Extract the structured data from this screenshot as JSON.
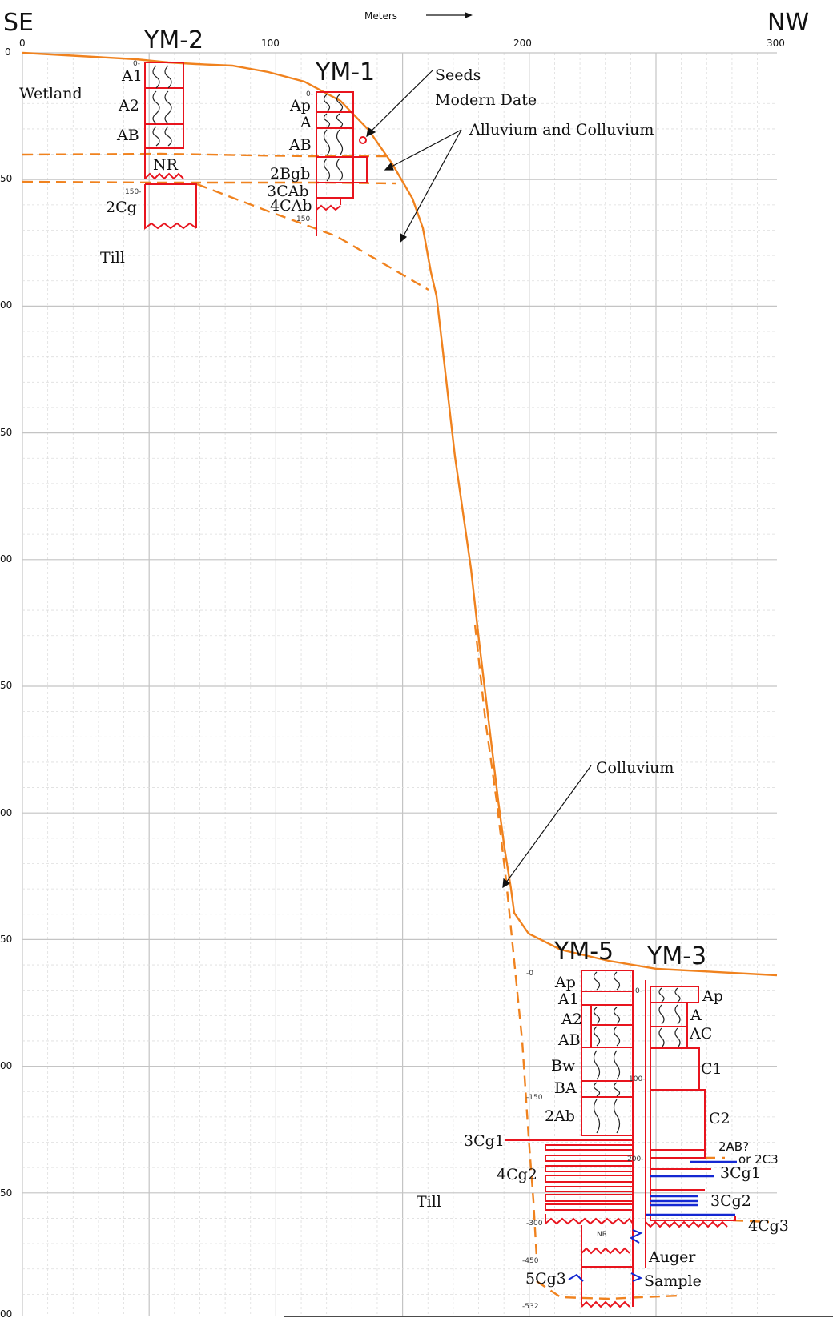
{
  "direction": {
    "left": "SE",
    "right": "NW"
  },
  "axis": {
    "x_label": "Meters",
    "x_ticks": [
      "0",
      "100",
      "200",
      "300"
    ],
    "y_ticks": [
      "0",
      "50",
      "00",
      "50",
      "00",
      "50",
      "00",
      "50",
      "00",
      "50",
      "00"
    ]
  },
  "profiles": {
    "ym2": {
      "name": "YM-2",
      "horizons": [
        "A1",
        "A2",
        "AB",
        "NR",
        "2Cg"
      ],
      "depth_ticks": [
        "0-",
        "150-"
      ]
    },
    "ym1": {
      "name": "YM-1",
      "horizons": [
        "Ap",
        "A",
        "AB",
        "2Bgb",
        "3CAb",
        "4CAb"
      ],
      "depth_ticks": [
        "0-",
        "150-"
      ]
    },
    "ym5": {
      "name": "YM-5",
      "horizons": [
        "Ap",
        "A1",
        "A2",
        "AB",
        "Bw",
        "BA",
        "2Ab",
        "3Cg1",
        "4Cg2",
        "NR",
        "5Cg3"
      ],
      "depth_ticks": [
        "-0",
        "-150",
        "-300",
        "-450",
        "-532"
      ]
    },
    "ym3": {
      "name": "YM-3",
      "horizons": [
        "Ap",
        "A",
        "AC",
        "C1",
        "C2",
        "2AB?",
        "or  2C3",
        "3Cg1",
        "3Cg2",
        "4Cg3"
      ],
      "depth_ticks": [
        "0-",
        "100-",
        "200-"
      ]
    }
  },
  "annotations": {
    "wetland": "Wetland",
    "till_top": "Till",
    "till_bottom": "Till",
    "seeds": "Seeds",
    "modern_date": "Modern Date",
    "alluvium": "Alluvium and Colluvium",
    "colluvium": "Colluvium",
    "auger": "Auger",
    "sample": "Sample"
  },
  "colors": {
    "surface": "#f0821e",
    "profile": "#e8141e",
    "water": "#1428d2",
    "grid": "#c8c8c8"
  }
}
